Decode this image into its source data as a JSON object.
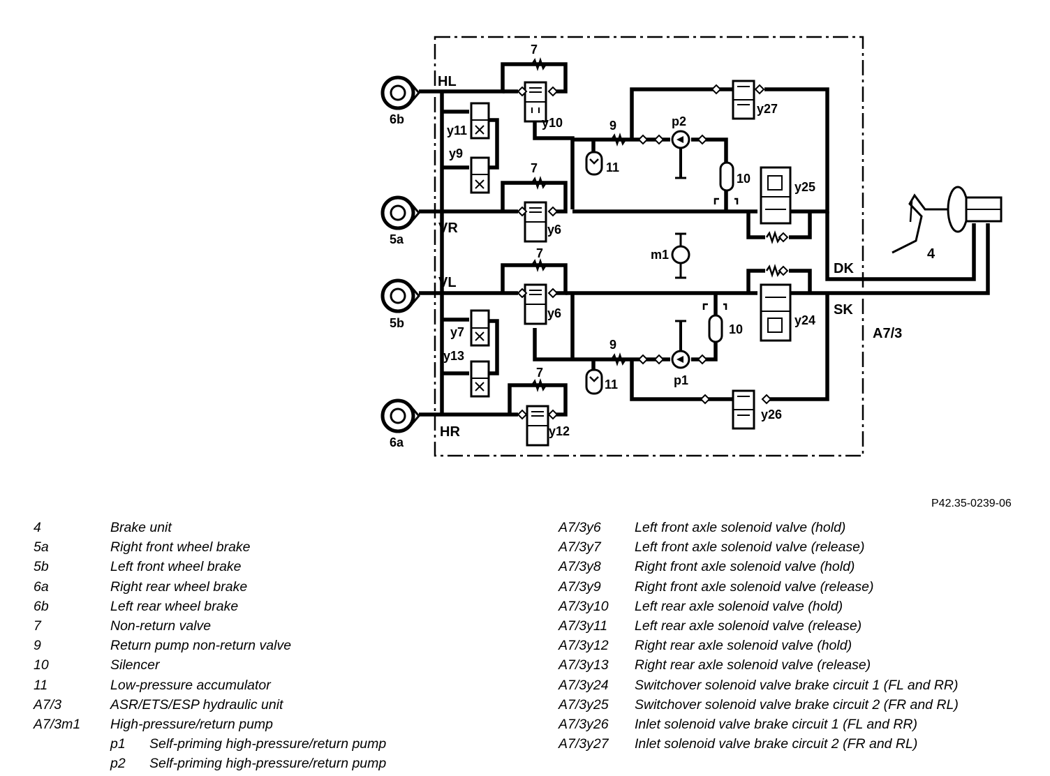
{
  "diagram": {
    "unit_label": "A7/3",
    "lines": {
      "HL": "HL",
      "VR": "VR",
      "VL": "VL",
      "HR": "HR",
      "DK": "DK",
      "SK": "SK"
    },
    "wheels": {
      "6b": "6b",
      "5a": "5a",
      "5b": "5b",
      "6a": "6a"
    },
    "valves": {
      "y10": "y10",
      "y11": "y11",
      "y9": "y9",
      "y8_upper": "y6",
      "y6_lower": "y6",
      "y7": "y7",
      "y13": "y13",
      "y12": "y12",
      "y27": "y27",
      "y25": "y25",
      "y24": "y24",
      "y26": "y26"
    },
    "components": {
      "nrv_7a": "7",
      "nrv_7b": "7",
      "nrv_7c": "7",
      "nrv_7d": "7",
      "rp_9a": "9",
      "rp_9b": "9",
      "acc_11a": "11",
      "acc_11b": "11",
      "sil_10a": "10",
      "sil_10b": "10",
      "pump_p1": "p1",
      "pump_p2": "p2",
      "motor_m1": "m1",
      "brake_unit": "4"
    }
  },
  "reference": "P42.35-0239-06",
  "legend_left": [
    {
      "code": "4",
      "desc": "Brake unit"
    },
    {
      "code": "5a",
      "desc": "Right front wheel brake"
    },
    {
      "code": "5b",
      "desc": "Left front wheel brake"
    },
    {
      "code": "6a",
      "desc": "Right rear wheel brake"
    },
    {
      "code": "6b",
      "desc": "Left rear wheel brake"
    },
    {
      "code": "7",
      "desc": "Non-return valve"
    },
    {
      "code": "9",
      "desc": "Return pump non-return valve"
    },
    {
      "code": "10",
      "desc": "Silencer"
    },
    {
      "code": "11",
      "desc": "Low-pressure accumulator"
    },
    {
      "code": "A7/3",
      "desc": "ASR/ETS/ESP hydraulic unit"
    },
    {
      "code": "A7/3m1",
      "desc": "High-pressure/return pump"
    }
  ],
  "legend_sub": [
    {
      "code": "p1",
      "desc": "Self-priming high-pressure/return pump"
    },
    {
      "code": "p2",
      "desc": "Self-priming high-pressure/return pump"
    }
  ],
  "legend_right": [
    {
      "code": "A7/3y6",
      "desc": "Left front axle solenoid valve (hold)"
    },
    {
      "code": "A7/3y7",
      "desc": "Left front axle solenoid valve (release)"
    },
    {
      "code": "A7/3y8",
      "desc": "Right front axle solenoid valve (hold)"
    },
    {
      "code": "A7/3y9",
      "desc": "Right front axle solenoid valve (release)"
    },
    {
      "code": "A7/3y10",
      "desc": "Left rear axle solenoid valve (hold)"
    },
    {
      "code": "A7/3y11",
      "desc": "Left rear axle solenoid valve (release)"
    },
    {
      "code": "A7/3y12",
      "desc": "Right rear axle solenoid valve (hold)"
    },
    {
      "code": "A7/3y13",
      "desc": "Right rear axle solenoid valve (release)"
    },
    {
      "code": "A7/3y24",
      "desc": "Switchover solenoid valve brake circuit 1 (FL and RR)"
    },
    {
      "code": "A7/3y25",
      "desc": "Switchover solenoid valve brake circuit 2 (FR and RL)"
    },
    {
      "code": "A7/3y26",
      "desc": "Inlet solenoid valve brake circuit 1 (FL and RR)"
    },
    {
      "code": "A7/3y27",
      "desc": "Inlet solenoid valve brake circuit 2 (FR and RL)"
    }
  ]
}
